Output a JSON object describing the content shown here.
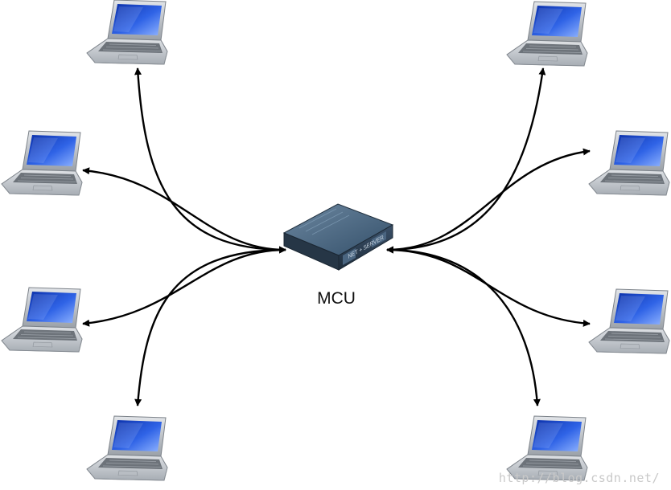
{
  "diagram": {
    "center_label": "MCU",
    "device_plate_text": "NET + SERVER",
    "watermark": "http://blog.csdn.net/",
    "colors": {
      "edge": "#000000",
      "screen_dark": "#0a2fa8",
      "screen_light": "#6f9bff",
      "laptop_body": "#c4c8cd",
      "laptop_keys": "#6d737a",
      "server_top": "#3f5a73",
      "server_front": "#2a3c4f"
    },
    "nodes": [
      {
        "id": "laptop-top-left",
        "icon": "laptop-icon"
      },
      {
        "id": "laptop-upper-left",
        "icon": "laptop-icon"
      },
      {
        "id": "laptop-lower-left",
        "icon": "laptop-icon"
      },
      {
        "id": "laptop-bottom-left",
        "icon": "laptop-icon"
      },
      {
        "id": "laptop-top-right",
        "icon": "laptop-icon"
      },
      {
        "id": "laptop-upper-right",
        "icon": "laptop-icon"
      },
      {
        "id": "laptop-lower-right",
        "icon": "laptop-icon"
      },
      {
        "id": "laptop-bottom-right",
        "icon": "laptop-icon"
      }
    ],
    "edges": [
      {
        "from": "mcu",
        "to": "laptop-top-left",
        "bidirectional": true
      },
      {
        "from": "mcu",
        "to": "laptop-upper-left",
        "bidirectional": true
      },
      {
        "from": "mcu",
        "to": "laptop-lower-left",
        "bidirectional": true
      },
      {
        "from": "mcu",
        "to": "laptop-bottom-left",
        "bidirectional": true
      },
      {
        "from": "mcu",
        "to": "laptop-top-right",
        "bidirectional": true
      },
      {
        "from": "mcu",
        "to": "laptop-upper-right",
        "bidirectional": true
      },
      {
        "from": "mcu",
        "to": "laptop-lower-right",
        "bidirectional": true
      },
      {
        "from": "mcu",
        "to": "laptop-bottom-right",
        "bidirectional": true
      }
    ]
  }
}
